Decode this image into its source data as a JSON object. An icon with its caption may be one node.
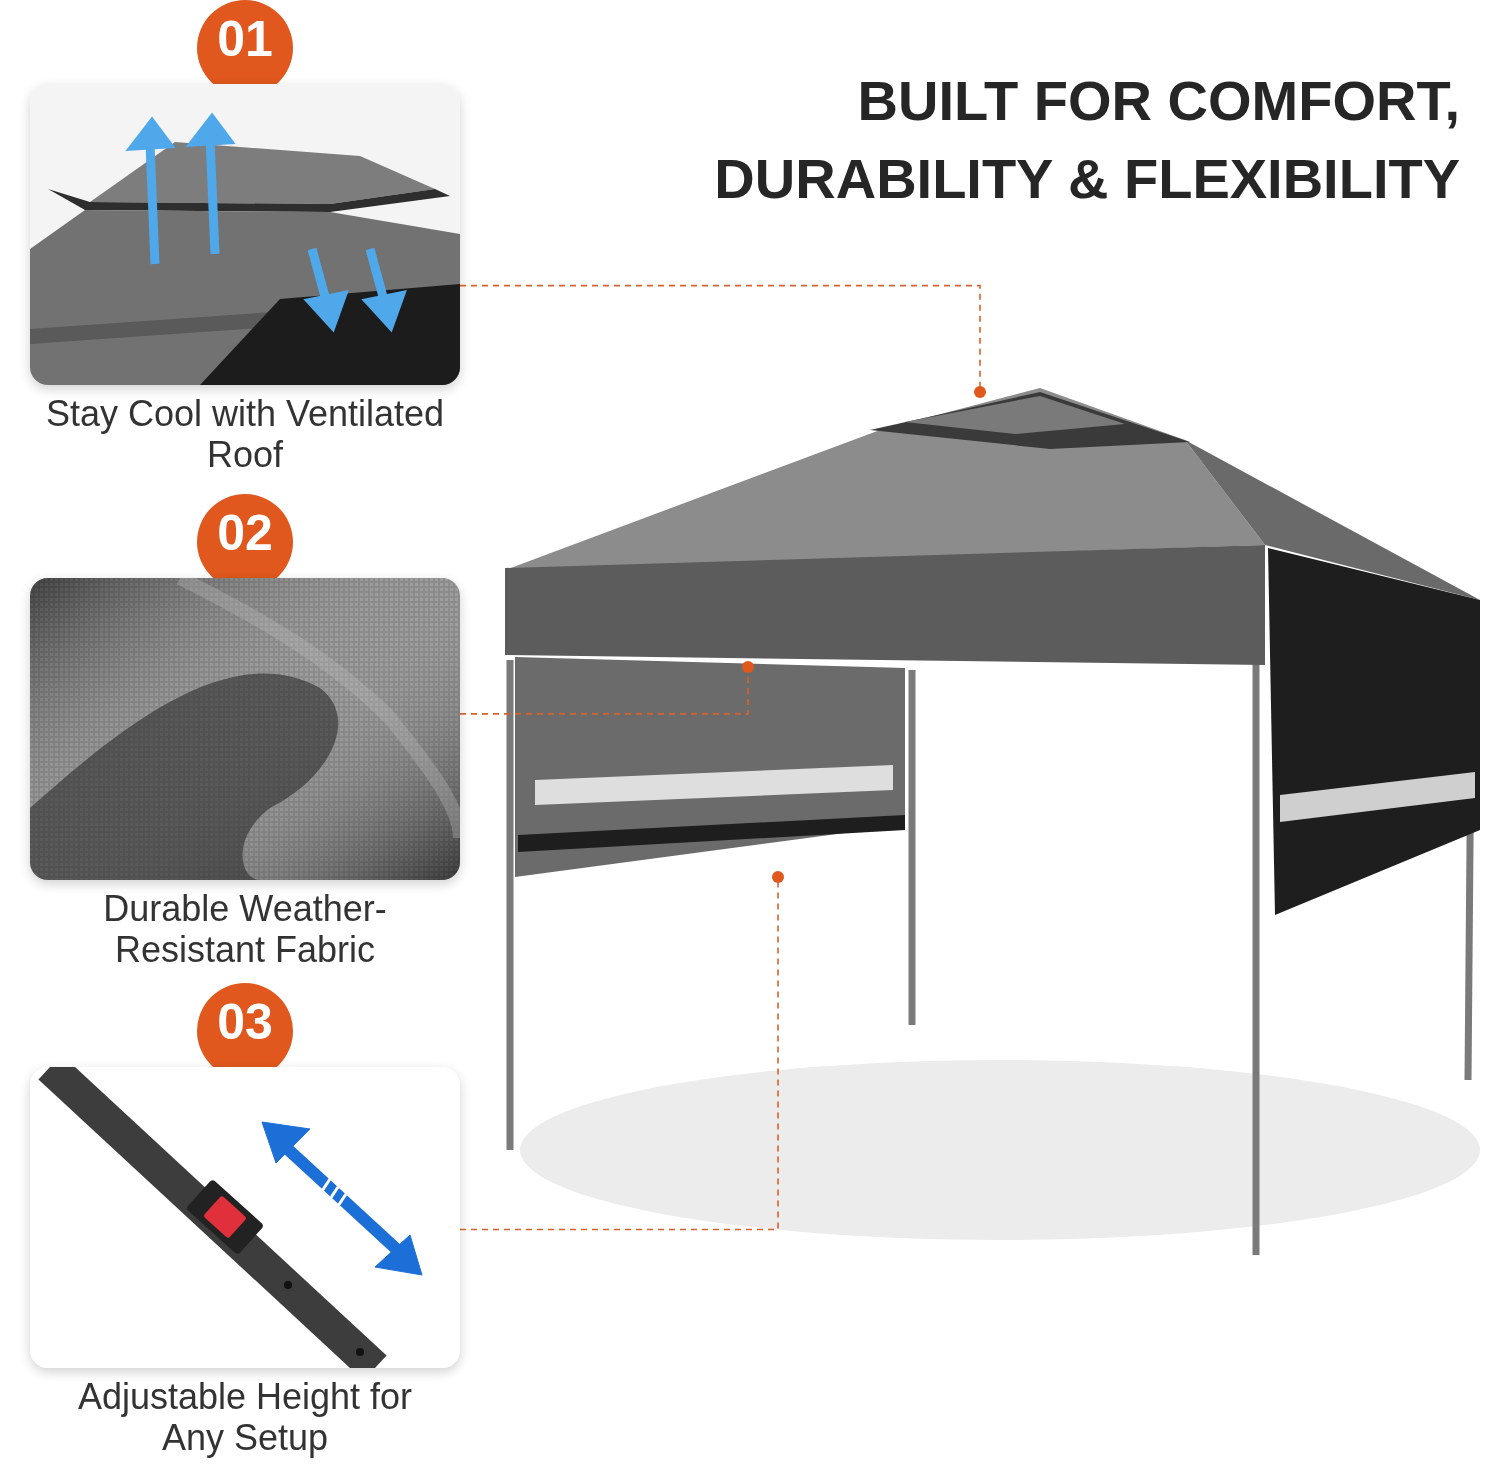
{
  "diagram": {
    "title": "BUILT FOR COMFORT, DURABILITY & FLEXIBILITY",
    "nodes": [
      {
        "text": [],
        "shape": "picture",
        "beside": [
          "01",
          "Stay Cool with Ventilated Roof"
        ]
      },
      {
        "text": [],
        "shape": "picture",
        "beside": [
          "02",
          "Durable Weather-Resistant Fabric"
        ]
      },
      {
        "text": [],
        "shape": "picture",
        "beside": [
          "03",
          "Adjustable Height for Any Setup"
        ]
      },
      {
        "text": [],
        "shape": "picture"
      },
      {
        "text": [],
        "shape": "picture",
        "in": 3
      },
      {
        "text": [],
        "shape": "picture",
        "in": 3
      },
      {
        "text": [],
        "shape": "picture",
        "in": 3
      }
    ],
    "edges": [
      {
        "from": 0,
        "to": 4,
        "arrow": "other",
        "style": "dashed"
      },
      {
        "from": 1,
        "to": 5,
        "arrow": "other",
        "style": "dashed"
      },
      {
        "from": 2,
        "to": 6,
        "arrow": "other",
        "style": "dashed"
      }
    ]
  }
}
